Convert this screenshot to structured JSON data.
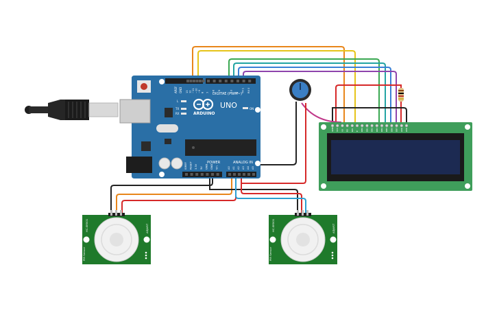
{
  "arduino": {
    "brand": "ARDUINO",
    "model": "UNO",
    "digital_label": "DIGITAL (PWM~)",
    "power_label": "POWER",
    "analog_label": "ANALOG IN",
    "on_label": "ON",
    "aref_label": "AREF",
    "gnd_label": "GND",
    "tx_label": "TX",
    "rx_label": "RX",
    "l_label": "L",
    "digital_pins": [
      "13",
      "12",
      "~11",
      "~10",
      "~9",
      "8",
      "7",
      "~6",
      "~5",
      "4",
      "~3",
      "2",
      "TX 1",
      "RX 0"
    ],
    "power_pins": [
      "IOREF",
      "RESET",
      "3.3V",
      "5V",
      "GND",
      "GND",
      "Vin"
    ],
    "analog_pins": [
      "A0",
      "A1",
      "A2",
      "A3",
      "A4",
      "A5"
    ],
    "colors": {
      "board": "#2a6fa6",
      "header": "#1f1f1f",
      "chip": "#222222",
      "usb_metal": "#c9c9c9",
      "reset": "#c0392b"
    }
  },
  "lcd": {
    "pin_labels": [
      "GND",
      "VCC",
      "V0",
      "RS",
      "RW",
      "E",
      "DB0",
      "DB1",
      "DB2",
      "DB3",
      "DB4",
      "DB5",
      "DB6",
      "DB7",
      "LED",
      "LED"
    ],
    "colors": {
      "pcb": "#3f9e5b",
      "screen": "#1c2a52",
      "bezel": "#1a1a1a"
    }
  },
  "pir_sensors": [
    {
      "id": "pir-left",
      "side_label": "HC-SR501",
      "side_label2": "PIR Sensor",
      "right_label": "ADJUST"
    },
    {
      "id": "pir-right",
      "side_label": "HC-SR501",
      "side_label2": "PIR Sensor",
      "right_label": "ADJUST"
    }
  ],
  "potentiometer": {
    "color": "#3b7fc4"
  },
  "resistor": {
    "bands": [
      "#8b4513",
      "#000000",
      "#c0392b",
      "#d4af37"
    ]
  },
  "wire_colors": {
    "orange": "#e8861a",
    "yellow": "#e6c419",
    "green": "#3aa851",
    "teal": "#22a3a3",
    "blue": "#3a7fd6",
    "purple": "#8e44ad",
    "red": "#d62828",
    "black": "#222222",
    "pink": "#c0388a"
  }
}
